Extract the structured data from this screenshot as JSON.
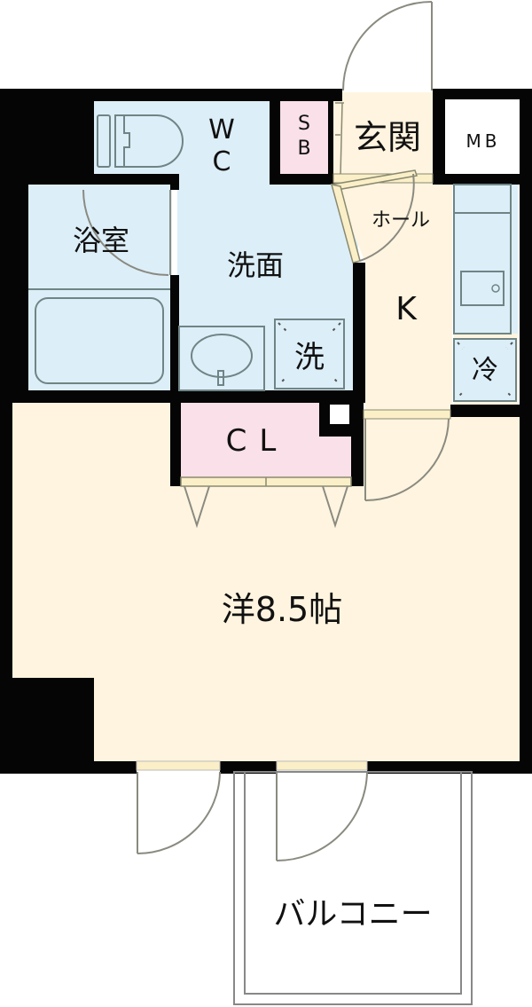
{
  "colors": {
    "wet_area": "#dceef8",
    "living": "#fff4df",
    "storage": "#fae0e8",
    "wall": "#050505",
    "white": "#ffffff",
    "fixture_line": "#6f8585"
  },
  "rooms": {
    "wc": {
      "label_line1": "W",
      "label_line2": "C"
    },
    "sb": {
      "label_line1": "S",
      "label_line2": "B"
    },
    "entrance": {
      "label": "玄関"
    },
    "mb": {
      "label": "MB"
    },
    "bath": {
      "label": "浴室"
    },
    "washroom": {
      "label": "洗面"
    },
    "hall": {
      "label": "ホール"
    },
    "kitchen": {
      "label": "K"
    },
    "washer": {
      "label": "洗"
    },
    "fridge": {
      "label": "冷"
    },
    "closet": {
      "label": "CL"
    },
    "western_room": {
      "label": "洋8.5帖"
    },
    "balcony": {
      "label": "バルコニー"
    }
  }
}
